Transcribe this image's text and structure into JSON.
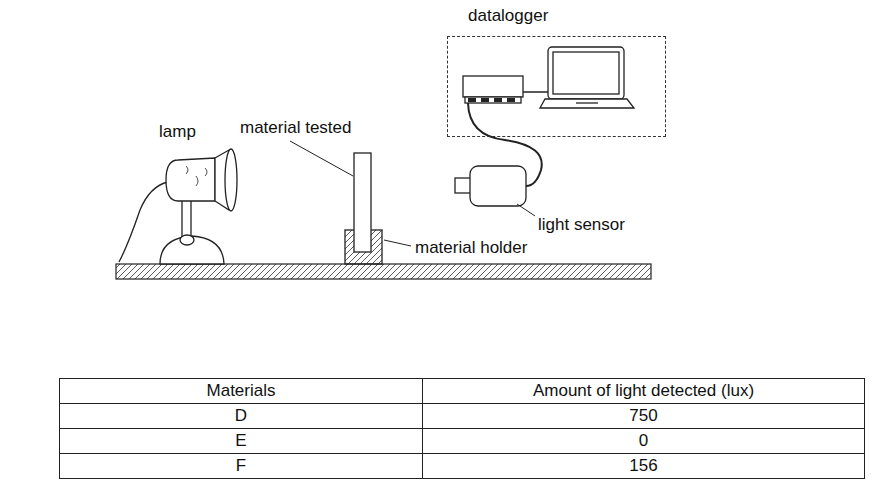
{
  "diagram": {
    "nodes": [
      {
        "text": [
          "datalogger"
        ]
      }
    ],
    "labels": [
      "lamp",
      "material tested",
      "light sensor",
      "material holder",
      "Materials",
      "Amount of light detected (lux)",
      "D",
      "750",
      "E",
      "0",
      "F",
      "156"
    ]
  }
}
